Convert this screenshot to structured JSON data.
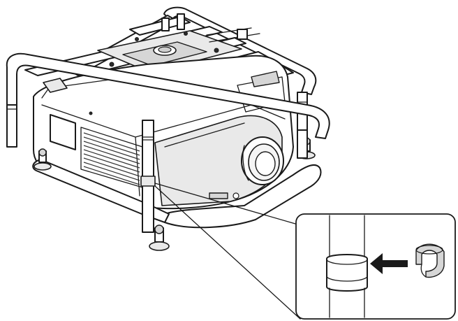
{
  "figure": {
    "subject": "projector-in-safety-frame",
    "inset": "clip-attachment-detail",
    "arrow_direction": "left",
    "colors": {
      "line": "#1a1a1a",
      "fill": "#ffffff",
      "shade": "#e9e9e9",
      "clip": "#d6d6d6"
    }
  }
}
